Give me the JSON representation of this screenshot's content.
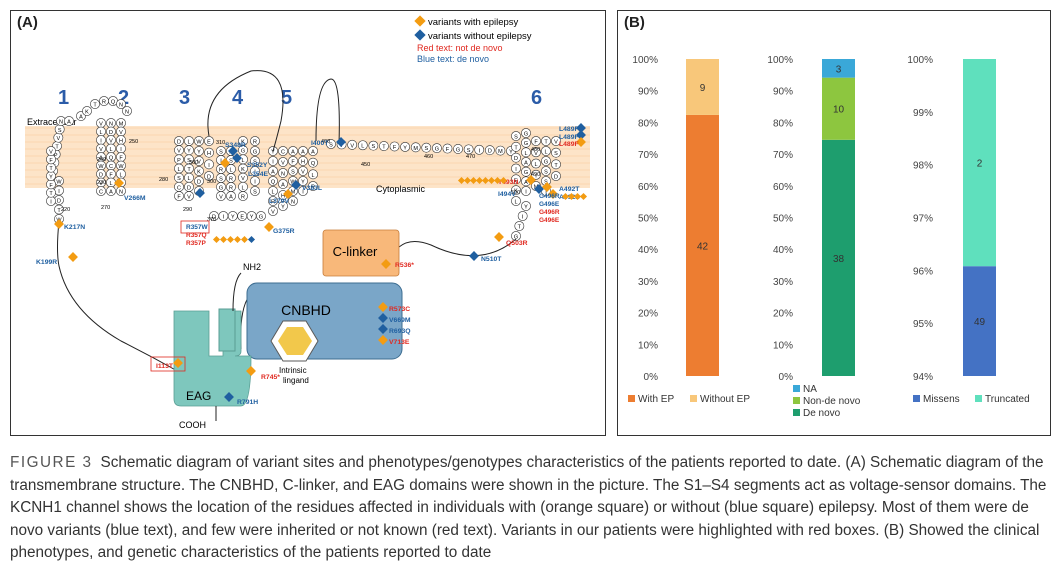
{
  "panel_a": {
    "label": "(A)",
    "legend": {
      "with_epilepsy": "variants with epilepsy",
      "without_epilepsy": "variants without epilepsy",
      "red_text": "Red text: not de novo",
      "blue_text": "Blue text: de novo"
    },
    "extracellular": "Extracellular",
    "cytoplasmic": "Cytoplasmic",
    "segments": [
      "1",
      "2",
      "3",
      "4",
      "5",
      "6"
    ],
    "domains": {
      "clinker": "C-linker",
      "cnbhd": "CNBHD",
      "eag": "EAG",
      "intrinsic_ligand": "Intrinsic\nlingand",
      "nh2": "NH2",
      "cooh": "COOH"
    },
    "residue_numbers": [
      "250",
      "240",
      "230",
      "220",
      "270",
      "280",
      "290",
      "300",
      "310",
      "360",
      "370",
      "400",
      "450",
      "460",
      "470",
      "480",
      "490",
      "500"
    ],
    "variants": [
      {
        "name": "K217N",
        "color": "blue"
      },
      {
        "name": "K199R",
        "color": "blue"
      },
      {
        "name": "I113T",
        "color": "red"
      },
      {
        "name": "V266M",
        "color": "blue"
      },
      {
        "name": "S348R",
        "color": "blue"
      },
      {
        "name": "S352Y",
        "color": "blue"
      },
      {
        "name": "L354E",
        "color": "blue"
      },
      {
        "name": "R357W",
        "color": "blue"
      },
      {
        "name": "R357Q",
        "color": "red"
      },
      {
        "name": "R357P",
        "color": "red"
      },
      {
        "name": "I400T",
        "color": "blue"
      },
      {
        "name": "L379V",
        "color": "blue"
      },
      {
        "name": "V383L",
        "color": "blue"
      },
      {
        "name": "G375R",
        "color": "blue"
      },
      {
        "name": "L489F",
        "color": "blue"
      },
      {
        "name": "L489F",
        "color": "blue"
      },
      {
        "name": "L489F",
        "color": "red"
      },
      {
        "name": "T493N",
        "color": "red"
      },
      {
        "name": "I494V",
        "color": "blue"
      },
      {
        "name": "A492T",
        "color": "blue"
      },
      {
        "name": "A492D",
        "color": "blue"
      },
      {
        "name": "G496R",
        "color": "blue"
      },
      {
        "name": "G496E",
        "color": "blue"
      },
      {
        "name": "G496R",
        "color": "red"
      },
      {
        "name": "G496E",
        "color": "red"
      },
      {
        "name": "Q503R",
        "color": "red"
      },
      {
        "name": "N510T",
        "color": "blue"
      },
      {
        "name": "R536*",
        "color": "red"
      },
      {
        "name": "R573C",
        "color": "red"
      },
      {
        "name": "V669M",
        "color": "blue"
      },
      {
        "name": "R693Q",
        "color": "blue"
      },
      {
        "name": "V713E",
        "color": "red"
      },
      {
        "name": "R745*",
        "color": "red"
      },
      {
        "name": "R791H",
        "color": "blue"
      }
    ],
    "colors": {
      "orange": "#f39c12",
      "blue": "#1f5fa0",
      "red": "#e0281f",
      "membrane": "#fde4c8",
      "segnum": "#2b5ca8"
    }
  },
  "panel_b": {
    "label": "(B)",
    "chart_data": [
      {
        "type": "bar",
        "stacked": true,
        "ylim": [
          0,
          100
        ],
        "yticks": [
          "0%",
          "10%",
          "20%",
          "30%",
          "40%",
          "50%",
          "60%",
          "70%",
          "80%",
          "90%",
          "100%"
        ],
        "ytick_values": [
          0,
          10,
          20,
          30,
          40,
          50,
          60,
          70,
          80,
          90,
          100
        ],
        "series": [
          {
            "name": "With EP",
            "values": [
              42
            ],
            "color": "#ed7d31"
          },
          {
            "name": "Without EP",
            "values": [
              9
            ],
            "color": "#f8c77a"
          }
        ],
        "legend_position": "bottom"
      },
      {
        "type": "bar",
        "stacked": true,
        "ylim": [
          0,
          100
        ],
        "yticks": [
          "0%",
          "10%",
          "20%",
          "30%",
          "40%",
          "50%",
          "60%",
          "70%",
          "80%",
          "90%",
          "100%"
        ],
        "ytick_values": [
          0,
          10,
          20,
          30,
          40,
          50,
          60,
          70,
          80,
          90,
          100
        ],
        "series": [
          {
            "name": "De novo",
            "values": [
              38
            ],
            "color": "#1e9e6e"
          },
          {
            "name": "Non-de novo",
            "values": [
              10
            ],
            "color": "#8dc63f"
          },
          {
            "name": "NA",
            "values": [
              3
            ],
            "color": "#3aa8d8"
          }
        ],
        "legend_order": [
          "NA",
          "Non-de novo",
          "De novo"
        ],
        "legend_position": "bottom"
      },
      {
        "type": "bar",
        "stacked": true,
        "ylim": [
          94,
          100
        ],
        "yticks": [
          "94%",
          "95%",
          "96%",
          "97%",
          "98%",
          "99%",
          "100%"
        ],
        "ytick_values": [
          94,
          95,
          96,
          97,
          98,
          99,
          100
        ],
        "series": [
          {
            "name": "Missens",
            "values": [
              49
            ],
            "color": "#4472c4"
          },
          {
            "name": "Truncated",
            "values": [
              2
            ],
            "color": "#5fe0bd"
          }
        ],
        "legend_position": "bottom"
      }
    ]
  },
  "caption": {
    "figure": "FIGURE 3",
    "text": "Schematic diagram of variant sites and phenotypes/genotypes characteristics of the patients reported to date. (A) Schematic diagram of the transmembrane structure. The CNBHD, C-linker, and EAG domains were shown in the picture. The S1–S4 segments act as voltage-sensor domains. The KCNH1 channel shows the location of the residues affected in individuals with (orange square) or without (blue square) epilepsy. Most of them were de novo variants (blue text), and few were inherited or not known (red text). Variants in our patients were highlighted with red boxes. (B) Showed the clinical phenotypes, and genetic characteristics of the patients reported to date"
  }
}
